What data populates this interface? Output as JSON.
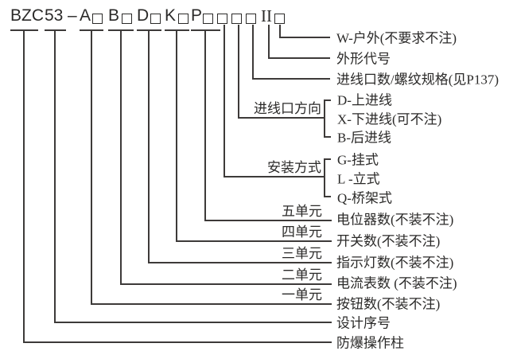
{
  "model_code": {
    "prefix": "BZC",
    "series": "53",
    "separator": "–",
    "field_a": "A",
    "field_b": "B",
    "field_d": "D",
    "field_k": "K",
    "field_p": "P",
    "shape": "II"
  },
  "callouts": {
    "outdoor": "W-户外(不要求不注)",
    "shape_code": "外形代号",
    "inlet_spec": "进线口数/螺纹规格(见P137)",
    "inlet_direction": {
      "title": "进线口方向",
      "options": [
        "D-上进线",
        "X-下进线(可不注)",
        "B-后进线"
      ]
    },
    "mounting": {
      "title": "安装方式",
      "options": [
        "G-挂式",
        "L -立式",
        "Q-桥架式"
      ]
    },
    "units": [
      {
        "name": "五单元",
        "desc": "电位器数(不装不注)"
      },
      {
        "name": "四单元",
        "desc": "开关数(不装不注)"
      },
      {
        "name": "三单元",
        "desc": "指示灯数(不装不注)"
      },
      {
        "name": "二单元",
        "desc": "电流表数 (不装不注)"
      },
      {
        "name": "一单元",
        "desc": "按钮数(不装不注)"
      }
    ],
    "design_serial": "设计序号",
    "product_name": "防爆操作柱"
  },
  "colors": {
    "line": "#3d3a39",
    "text": "#2b2a29",
    "background": "#ffffff"
  }
}
